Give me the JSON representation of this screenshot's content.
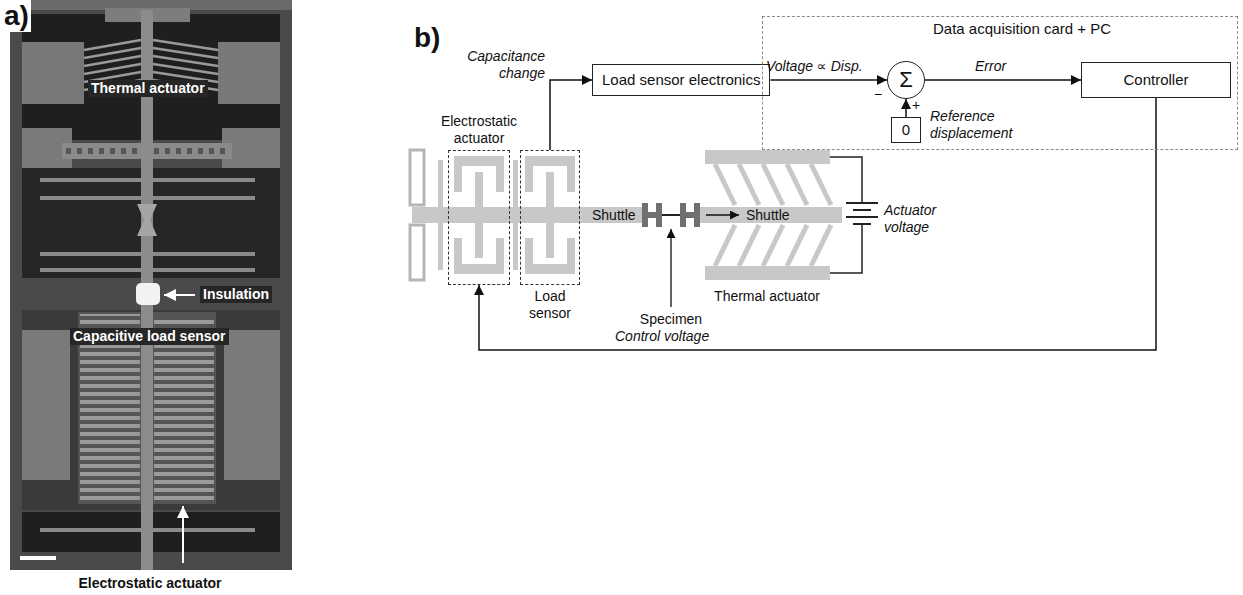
{
  "diagram": {
    "nodes": [
      {
        "text": [
          "Electrostatic actuator"
        ]
      },
      {
        "text": [
          "Load sensor"
        ]
      },
      {
        "text": [
          "Load sensor electronics"
        ]
      },
      {
        "text": [
          "Data acquisition card + PC"
        ]
      },
      {
        "text": [
          "Σ"
        ],
        "in": 3
      },
      {
        "text": [
          "Controller"
        ],
        "in": 3
      },
      {
        "text": [
          "0"
        ],
        "in": 3
      }
    ],
    "edges": [
      {
        "from": 1,
        "to": 2,
        "arrow": "to",
        "label": "Capacitance change"
      },
      {
        "from": 2,
        "to": 4,
        "arrow": "to",
        "label": "Voltage ∝ Disp."
      },
      {
        "from": 6,
        "to": 4,
        "arrow": "to"
      },
      {
        "from": 4,
        "to": 5,
        "arrow": "to",
        "label": "Error"
      },
      {
        "from": 5,
        "to": 0,
        "arrow": "to",
        "label": "Control voltage"
      }
    ],
    "labels": [
      "a)",
      "Thermal actuator",
      "Insulation",
      "Capacitive load sensor",
      "Electrostatic actuator",
      "b)",
      "Shuttle",
      "Shuttle",
      "Specimen",
      "Thermal actuator",
      "Actuator voltage",
      "Reference displacement",
      "−",
      "+"
    ]
  }
}
